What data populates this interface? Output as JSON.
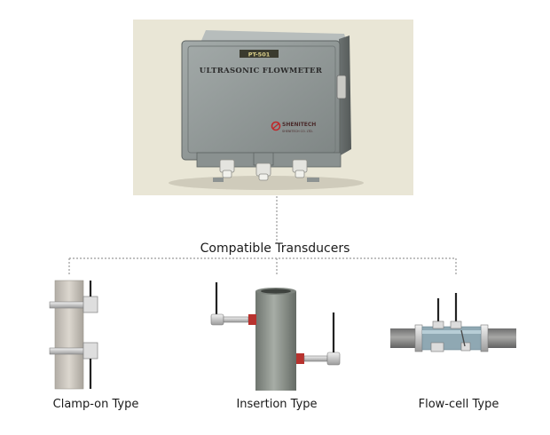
{
  "title": "Compatible Transducers",
  "device": {
    "model_plate": "PT-501",
    "name": "ULTRASONIC FLOWMETER",
    "brand": "SHENITECH",
    "brand_sub": "SHENITECH CO. LTD."
  },
  "transducers": [
    {
      "label": "Clamp-on Type"
    },
    {
      "label": "Insertion Type"
    },
    {
      "label": "Flow-cell Type"
    }
  ],
  "colors": {
    "connector": "#9a9a9a",
    "photo_bg": "#e9e6d6",
    "enclosure": "#8d9494",
    "brand_red": "#c0282a",
    "pipe": "#8f958f"
  }
}
